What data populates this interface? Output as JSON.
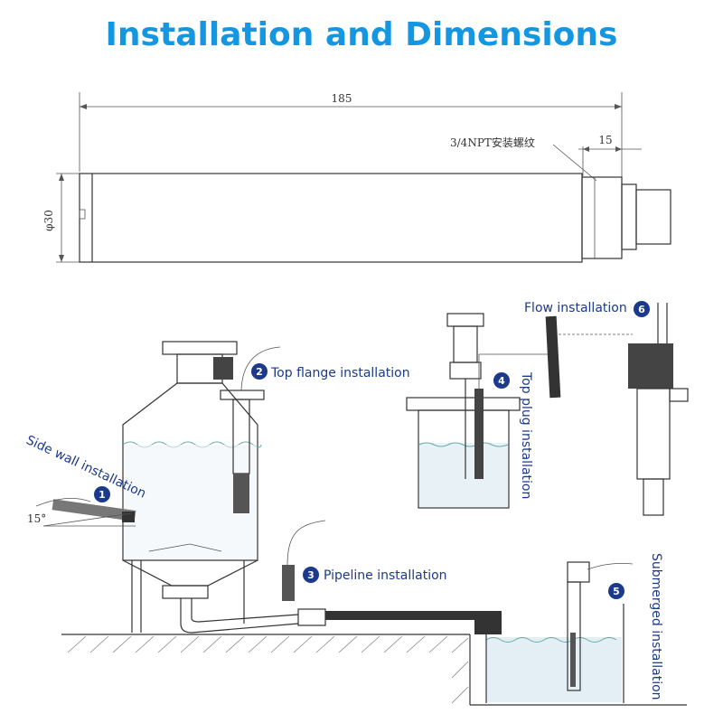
{
  "title": "Installation and Dimensions",
  "dimensions": {
    "length": "185",
    "thread_length": "15",
    "diameter": "φ30",
    "thread_note": "3/4NPT安装螺纹"
  },
  "installations": [
    {
      "number": "1",
      "label": "Side wall installation"
    },
    {
      "number": "2",
      "label": "Top flange installation"
    },
    {
      "number": "3",
      "label": "Pipeline installation"
    },
    {
      "number": "4",
      "label": "Top plug installation"
    },
    {
      "number": "5",
      "label": "Submerged installation"
    },
    {
      "number": "6",
      "label": "Flow installation"
    }
  ],
  "angle": "15°"
}
